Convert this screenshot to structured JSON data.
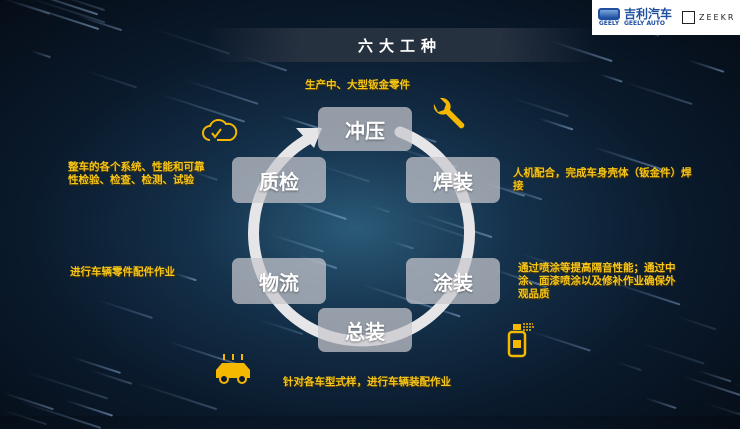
{
  "header": {
    "title": "六大工种",
    "logos": {
      "geely_cn": "吉利汽车",
      "geely_en": "GEELY",
      "geely_auto": "GEELY AUTO",
      "zeekr": "ZEEKR"
    }
  },
  "processes": [
    {
      "name": "冲压",
      "desc": "生产中、大型钣金零件",
      "icon": "wrench-icon"
    },
    {
      "name": "焊装",
      "desc": "人机配合，完成车身壳体（钣金件）焊接"
    },
    {
      "name": "涂装",
      "desc": "通过喷涂等提高隔音性能；通过中涂、面漆喷涂以及修补作业确保外观品质",
      "icon": "spray-icon"
    },
    {
      "name": "总装",
      "desc": "针对各车型式样，进行车辆装配作业",
      "icon": "car-icon"
    },
    {
      "name": "物流",
      "desc": "进行车辆零件配件作业"
    },
    {
      "name": "质检",
      "desc": "整车的各个系统、性能和可靠性检验、检查、检测、试验",
      "icon": "cloud-check-icon"
    }
  ],
  "colors": {
    "accent": "#f5c518",
    "box": "#c8c8cd"
  }
}
